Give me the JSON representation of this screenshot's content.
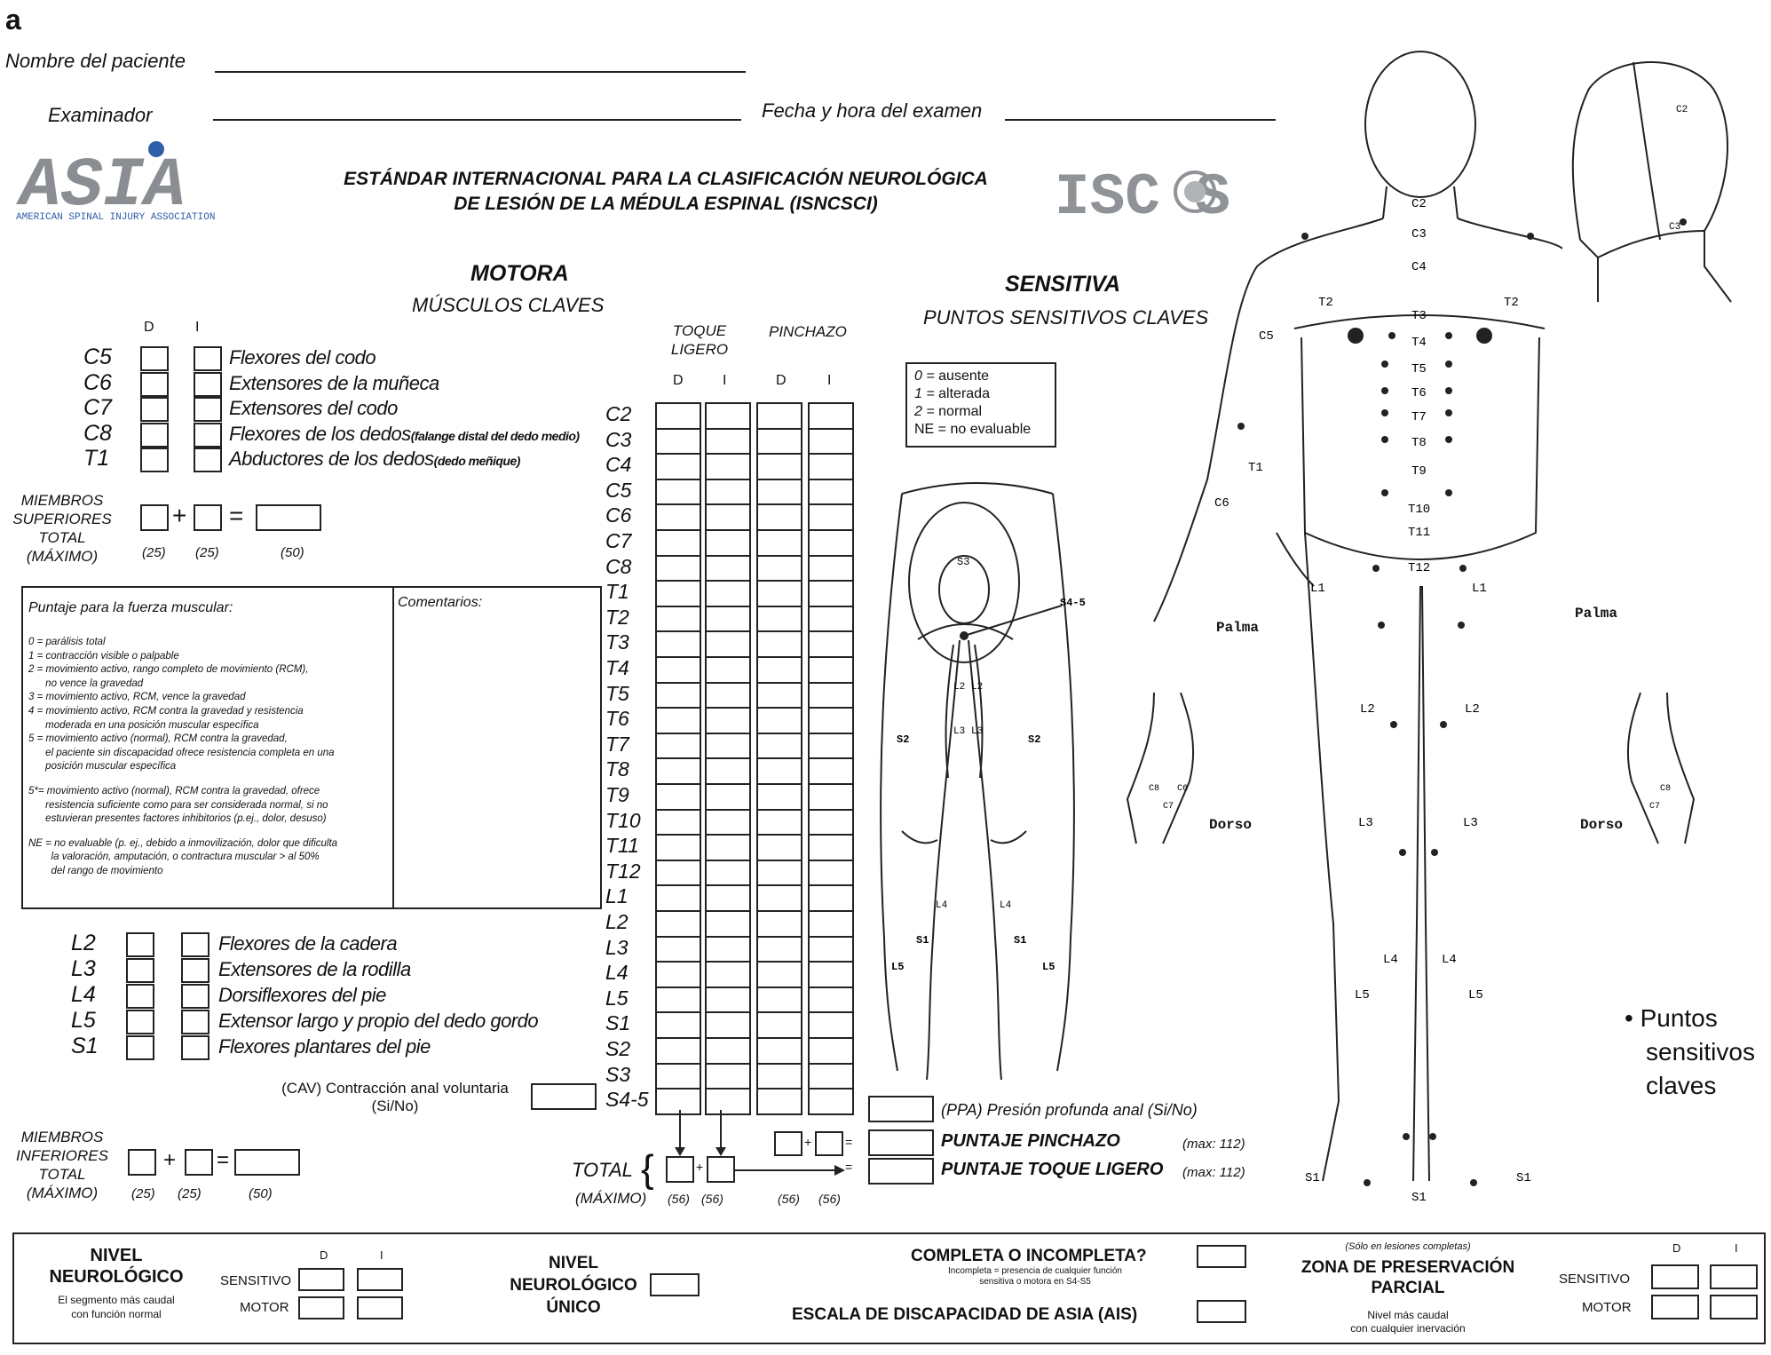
{
  "panel_letter": "a",
  "header": {
    "patient_label": "Nombre del paciente",
    "examiner_label": "Examinador",
    "date_label": "Fecha y hora del examen"
  },
  "logos": {
    "asia_text": "ASIA",
    "asia_sub": "AMERICAN SPINAL INJURY ASSOCIATION",
    "iscos_text": "ISC S"
  },
  "title": {
    "line1": "ESTÁNDAR INTERNACIONAL PARA LA CLASIFICACIÓN NEUROLÓGICA",
    "line2": "DE LESIÓN DE LA MÉDULA ESPINAL (ISNCSCI)"
  },
  "motor": {
    "heading": "MOTORA",
    "subheading": "MÚSCULOS CLAVES",
    "col_d": "D",
    "col_i": "I",
    "upper_rows": [
      {
        "seg": "C5",
        "muscle": "Flexores del codo",
        "note": ""
      },
      {
        "seg": "C6",
        "muscle": "Extensores de la muñeca",
        "note": ""
      },
      {
        "seg": "C7",
        "muscle": "Extensores del codo",
        "note": ""
      },
      {
        "seg": "C8",
        "muscle": "Flexores de los dedos",
        "note": "(falange distal del dedo medio)"
      },
      {
        "seg": "T1",
        "muscle": "Abductores de los dedos",
        "note": "(dedo meñique)"
      }
    ],
    "upper_total": {
      "label1": "MIEMBROS",
      "label2": "SUPERIORES",
      "label3": "TOTAL",
      "label4": "(MÁXIMO)",
      "plus": "+",
      "equals": "=",
      "max_d": "(25)",
      "max_i": "(25)",
      "max_total": "(50)"
    },
    "lower_rows": [
      {
        "seg": "L2",
        "muscle": "Flexores de la cadera"
      },
      {
        "seg": "L3",
        "muscle": "Extensores de la rodilla"
      },
      {
        "seg": "L4",
        "muscle": "Dorsiflexores del pie"
      },
      {
        "seg": "L5",
        "muscle": "Extensor largo y propio del dedo gordo"
      },
      {
        "seg": "S1",
        "muscle": "Flexores plantares del pie"
      }
    ],
    "vac_label1": "(CAV) Contracción anal voluntaria",
    "vac_label2": "(Si/No)",
    "lower_total": {
      "label1": "MIEMBROS",
      "label2": "INFERIORES",
      "label3": "TOTAL",
      "label4": "(MÁXIMO)",
      "plus": "+",
      "equals": "=",
      "max_d": "(25)",
      "max_i": "(25)",
      "max_total": "(50)"
    }
  },
  "strength": {
    "title": "Puntaje para la fuerza muscular:",
    "lines": [
      "0 = parálisis total",
      "1 = contracción visible o palpable",
      "2 = movimiento activo, rango completo de movimiento (RCM),",
      "      no vence la gravedad",
      "3 = movimiento activo, RCM, vence la gravedad",
      "4 = movimiento activo, RCM contra la gravedad y resistencia",
      "      moderada en una posición muscular específica",
      "5 = movimiento activo (normal), RCM contra la gravedad,",
      "      el paciente sin discapacidad ofrece resistencia completa en una",
      "      posición muscular específica",
      "",
      "5*= movimiento activo (normal), RCM contra la gravedad, ofrece",
      "      resistencia suficiente como para ser considerada normal, si no",
      "      estuvieran presentes factores inhibitorios (p.ej., dolor, desuso)",
      "",
      "NE = no evaluable (p. ej., debido a inmovilización, dolor que dificulta",
      "        la valoración, amputación, o contractura muscular > al 50%",
      "        del rango de movimiento"
    ],
    "comments_label": "Comentarios:"
  },
  "sensory": {
    "heading": "SENSITIVA",
    "subheading": "PUNTOS SENSITIVOS CLAVES",
    "touch_label1": "TOQUE",
    "touch_label2": "LIGERO",
    "prick_label": "PINCHAZO",
    "col_d": "D",
    "col_i": "I",
    "segments": [
      "C2",
      "C3",
      "C4",
      "C5",
      "C6",
      "C7",
      "C8",
      "T1",
      "T2",
      "T3",
      "T4",
      "T5",
      "T6",
      "T7",
      "T8",
      "T9",
      "T10",
      "T11",
      "T12",
      "L1",
      "L2",
      "L3",
      "L4",
      "L5",
      "S1",
      "S2",
      "S3",
      "S4-5"
    ],
    "legend": [
      {
        "code": "0 =",
        "text": "ausente"
      },
      {
        "code": "1 =",
        "text": "alterada"
      },
      {
        "code": "2 =",
        "text": "normal"
      },
      {
        "code": "",
        "text": "NE = no evaluable"
      }
    ],
    "dap_label": "(PPA) Presión profunda anal (Si/No)",
    "pinprick_score": "PUNTAJE PINCHAZO",
    "pinprick_max": "(max: 112)",
    "touch_score": "PUNTAJE TOQUE LIGERO",
    "touch_max": "(max: 112)",
    "total_label": "TOTAL",
    "total_max_label": "(MÁXIMO)",
    "max_values": [
      "(56)",
      "(56)",
      "(56)",
      "(56)"
    ],
    "plus": "+",
    "equals": "="
  },
  "dermatome_labels": {
    "back": {
      "s3": "S3",
      "s45": "S4-5",
      "l2": "L2",
      "l3": "L3",
      "s2": "S2",
      "l4": "L4",
      "s1": "S1",
      "l5": "L5"
    },
    "front": {
      "c2": "C2",
      "c3": "C3",
      "c4": "C4",
      "t2": "T2",
      "c5": "C5",
      "t1": "T1",
      "c6": "C6",
      "t3": "T3",
      "t4": "T4",
      "t5": "T5",
      "t6": "T6",
      "t7": "T7",
      "t8": "T8",
      "t9": "T9",
      "t10": "T10",
      "t11": "T11",
      "t12": "T12",
      "l1": "L1",
      "l2": "L2",
      "l3": "L3",
      "l4": "L4",
      "l5": "L5",
      "s1": "S1"
    },
    "palm": "Palma",
    "dorsum": "Dorso",
    "c6": "C6",
    "c7": "C7",
    "c8": "C8",
    "key_points": "• Puntos",
    "key_points2": "sensitivos",
    "key_points3": "claves"
  },
  "bottom": {
    "neuro_level": "NIVEL",
    "neuro_level2": "NEUROLÓGICO",
    "neuro_desc1": "El segmento más caudal",
    "neuro_desc2": "con función normal",
    "sensory": "SENSITIVO",
    "motor": "MOTOR",
    "col_d": "D",
    "col_i": "I",
    "single_level1": "NIVEL",
    "single_level2": "NEUROLÓGICO",
    "single_level3": "ÚNICO",
    "complete_q": "COMPLETA O INCOMPLETA?",
    "complete_desc1": "Incompleta = presencia de cualquier función",
    "complete_desc2": "sensitiva o motora en S4-S5",
    "ais": "ESCALA DE DISCAPACIDAD DE ASIA (AIS)",
    "zpp_note": "(Sólo en lesiones completas)",
    "zpp1": "ZONA DE PRESERVACIÓN",
    "zpp2": "PARCIAL",
    "zpp_desc1": "Nivel más caudal",
    "zpp_desc2": "con cualquier inervación"
  }
}
